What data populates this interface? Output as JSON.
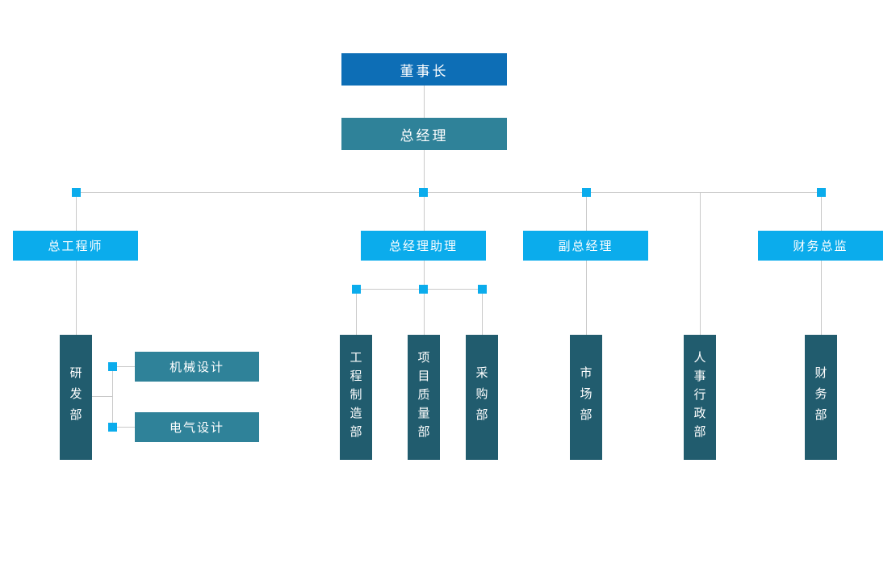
{
  "org": {
    "level1": {
      "label": "董事长"
    },
    "level2": {
      "label": "总经理"
    },
    "level3": [
      {
        "label": "总工程师"
      },
      {
        "label": "总经理助理"
      },
      {
        "label": "副总经理"
      },
      {
        "label": "财务总监"
      }
    ],
    "departments": [
      {
        "label": "研发部"
      },
      {
        "label": "工程制造部"
      },
      {
        "label": "项目质量部"
      },
      {
        "label": "采购部"
      },
      {
        "label": "市场部"
      },
      {
        "label": "人事行政部"
      },
      {
        "label": "财务部"
      }
    ],
    "rd_children": [
      {
        "label": "机械设计"
      },
      {
        "label": "电气设计"
      }
    ]
  },
  "colors": {
    "chairman_bg": "#0d6eb6",
    "general_manager_bg": "#2f8299",
    "level3_bg": "#0bacec",
    "department_bg": "#215c6e",
    "rd_children_bg": "#2f8299",
    "connector_line": "#c9c9c9",
    "junction_node": "#0bacec",
    "text": "#ffffff",
    "background": "#ffffff"
  }
}
